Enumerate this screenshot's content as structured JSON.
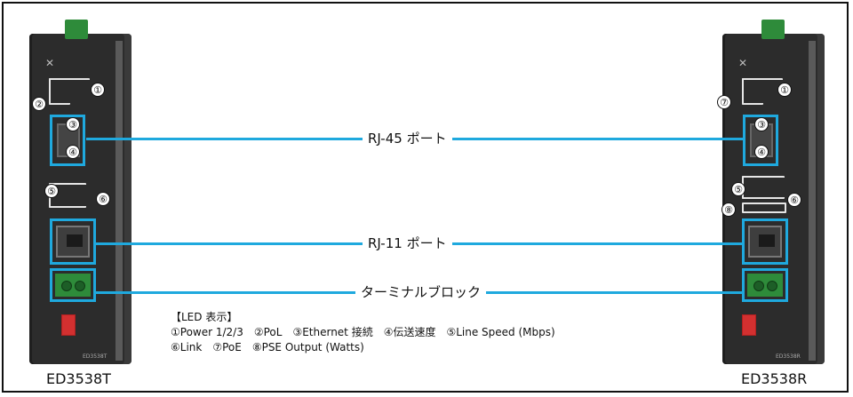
{
  "labels": {
    "rj45": "RJ-45 ポート",
    "rj11": "RJ-11 ポート",
    "terminal": "ターミナルブロック"
  },
  "legend": {
    "title": "【LED 表示】",
    "line1": "①Power 1/2/3　②PoL　③Ethernet 接続　④伝送速度　⑤Line Speed (Mbps)",
    "line2": "⑥Link　⑦PoE　⑧PSE Output (Watts)"
  },
  "models": {
    "left": "ED3538T",
    "right": "ED3538R"
  },
  "markers": {
    "left": [
      "①",
      "②",
      "③",
      "④",
      "⑤",
      "⑥"
    ],
    "right": [
      "①",
      "⑦",
      "③",
      "④",
      "⑤",
      "⑥",
      "⑧"
    ]
  },
  "colors": {
    "accent": "#1fa9de",
    "terminal": "#2e8b3a",
    "device": "#2c2c2c"
  }
}
